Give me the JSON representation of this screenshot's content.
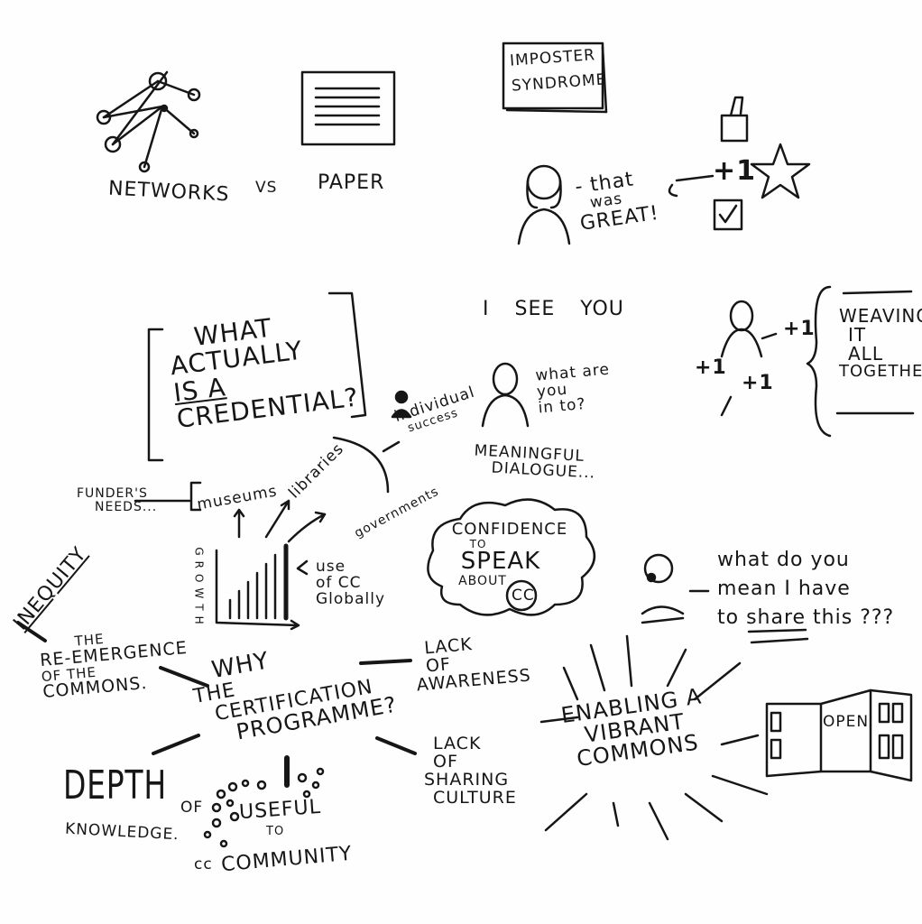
{
  "top": {
    "networks": "NETWORKS",
    "vs": "VS",
    "paper": "PAPER",
    "imposter_line1": "IMPOSTER",
    "imposter_line2": "SYNDROME",
    "that_was_line1": "- that",
    "that_was_line2": "was",
    "that_was_line3": "GREAT!",
    "plus_one": "+1"
  },
  "middle": {
    "credential_line1": "WHAT",
    "credential_line2": "ACTUALLY",
    "credential_line3": "IS A",
    "credential_line4": "CREDENTIAL?",
    "i_see_you": "I  SEE  YOU",
    "what_are_you_line1": "what are",
    "what_are_you_line2": "you",
    "what_are_you_line3": "in to?",
    "weaving_line1": "WEAVING",
    "weaving_line2": "IT",
    "weaving_line3": "ALL",
    "weaving_line4": "TOGETHER",
    "plus_one_a": "+1",
    "plus_one_b": "+1",
    "plus_one_c": "+1",
    "individual_line1": "individual",
    "individual_line2": "success",
    "meaningful_line1": "MEANINGFUL",
    "meaningful_line2": "DIALOGUE...",
    "funders_line1": "FUNDER'S",
    "funders_line2": "NEEDS...",
    "museums": "museums",
    "libraries": "libraries",
    "governments": "governments",
    "growth": "GROWTH",
    "use_line1": "use",
    "use_line2": "of CC",
    "use_line3": "Globally",
    "confidence_line1": "CONFIDENCE",
    "confidence_line2": "TO",
    "confidence_line3": "SPEAK",
    "confidence_line4": "ABOUT",
    "cc": "CC",
    "what_do_you_line1": "what do you",
    "what_do_you_line2": "mean I have",
    "what_do_you_line3": "to share this ???"
  },
  "bottom": {
    "inequity": "INEQUITY",
    "reemergence_line1": "THE",
    "reemergence_line2": "RE-EMERGENCE",
    "reemergence_line3": "OF THE",
    "reemergence_line4": "COMMONS.",
    "why_line1": "WHY",
    "why_line2": "THE",
    "why_line3": "CERTIFICATION",
    "why_line4": "PROGRAMME?",
    "lack_awareness_line1": "LACK",
    "lack_awareness_line2": "OF",
    "lack_awareness_line3": "AWARENESS",
    "lack_sharing_line1": "LACK",
    "lack_sharing_line2": "OF",
    "lack_sharing_line3": "SHARING",
    "lack_sharing_line4": "CULTURE",
    "enabling_line1": "ENABLING A",
    "enabling_line2": "VIBRANT",
    "enabling_line3": "COMMONS",
    "open": "OPEN",
    "depth_line1": "DEPTH",
    "depth_of": "OF",
    "depth_line2": "KNOWLEDGE.",
    "useful_line1": "USEFUL",
    "useful_line2": "TO",
    "useful_cc": "cc",
    "useful_line3": "COMMUNITY"
  }
}
